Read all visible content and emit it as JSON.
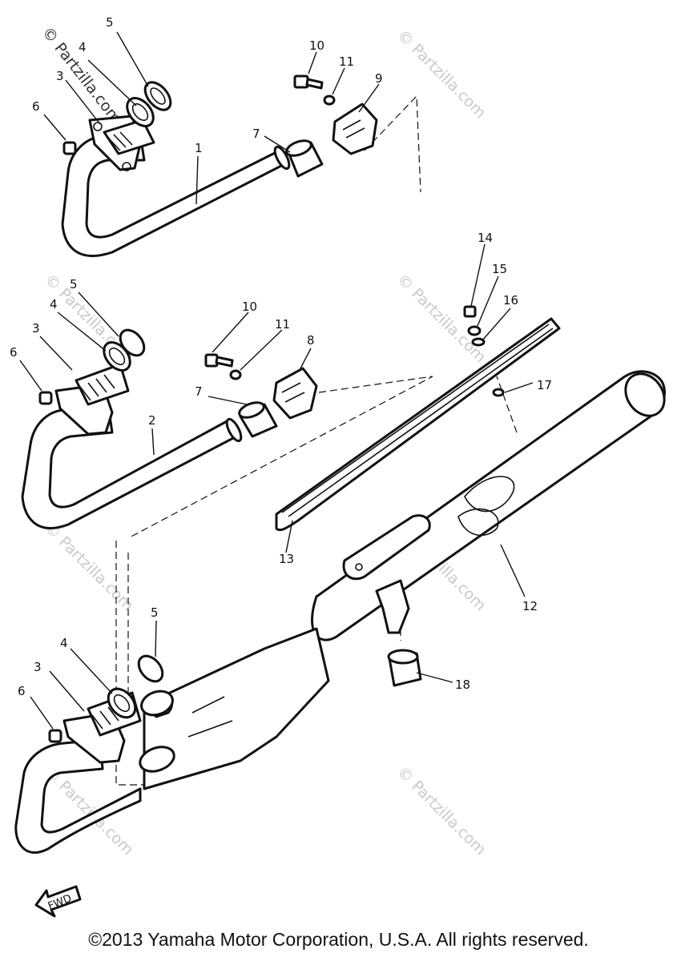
{
  "callouts": {
    "c1": "1",
    "c2": "2",
    "c3a": "3",
    "c3b": "3",
    "c3c": "3",
    "c4a": "4",
    "c4b": "4",
    "c4c": "4",
    "c5a": "5",
    "c5b": "5",
    "c5c": "5",
    "c6a": "6",
    "c6b": "6",
    "c6c": "6",
    "c7a": "7",
    "c7b": "7",
    "c8": "8",
    "c9": "9",
    "c10a": "10",
    "c10b": "10",
    "c11a": "11",
    "c11b": "11",
    "c12": "12",
    "c13": "13",
    "c14": "14",
    "c15": "15",
    "c16": "16",
    "c17": "17",
    "c18": "18"
  },
  "fwd_label": "FWD",
  "watermark": "© Partzilla.com",
  "copyright": "©2013 Yamaha Motor Corporation, U.S.A. All rights reserved."
}
